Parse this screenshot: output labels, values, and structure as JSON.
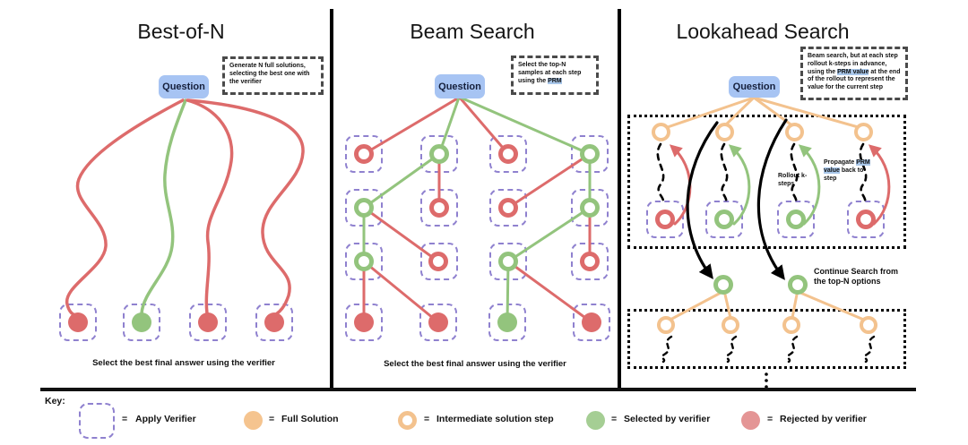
{
  "panels": [
    {
      "title": "Best-of-N",
      "question_label": "Question",
      "note": {
        "pre": "Generate N full solutions, selecting the best one with the verifier",
        "highlight": "",
        "post": ""
      },
      "caption": "Select the best final answer using the verifier",
      "final_nodes": [
        "rejected",
        "selected",
        "rejected",
        "rejected"
      ]
    },
    {
      "title": "Beam Search",
      "question_label": "Question",
      "note": {
        "pre": "Select the top-N samples at each step using the ",
        "highlight": "PRM",
        "post": ""
      },
      "caption": "Select the best final answer using the verifier",
      "rows": [
        [
          "rejected",
          "selected",
          "rejected",
          "selected"
        ],
        [
          "selected",
          "rejected",
          "rejected",
          "selected"
        ],
        [
          "selected",
          "rejected",
          "selected",
          "rejected"
        ]
      ],
      "final_row": [
        "rejected",
        "rejected",
        "selected",
        "rejected"
      ]
    },
    {
      "title": "Lookahead Search",
      "question_label": "Question",
      "note": {
        "pre": "Beam search, but at each step rollout k-steps in advance, using the ",
        "highlight": "PRM value",
        "post": " at the end of the rollout to represent the value for the current step"
      },
      "labels": {
        "rollout": "Rollout k-steps",
        "propagate_pre": "Propagate ",
        "propagate_highlight": "PRM value",
        "propagate_post": " back to step",
        "continue_text": "Continue Search from the top-N options"
      },
      "rollout_columns": {
        "top": [
          "intermediate",
          "intermediate",
          "intermediate",
          "intermediate"
        ],
        "bottom": [
          "rejected",
          "selected",
          "selected",
          "rejected"
        ]
      },
      "continue_nodes": [
        "selected",
        "selected"
      ],
      "next_step_nodes": [
        "intermediate",
        "intermediate",
        "intermediate",
        "intermediate"
      ]
    }
  ],
  "key": {
    "title": "Key:",
    "equals": "=",
    "items": [
      {
        "symbol": "apply-verifier-box",
        "label": "Apply Verifier"
      },
      {
        "symbol": "full-solution-circle",
        "label": "Full Solution"
      },
      {
        "symbol": "intermediate-ring",
        "label": "Intermediate solution step"
      },
      {
        "symbol": "selected-circle",
        "label": "Selected by verifier"
      },
      {
        "symbol": "rejected-circle",
        "label": "Rejected by verifier"
      }
    ]
  },
  "colors": {
    "question_fill": "#a7c4f3",
    "rejected": "#dd6b6b",
    "selected": "#93c47d",
    "full_solution": "#f5c48f",
    "intermediate": "#f3c28e",
    "verifier_box_purple": "#8f81cf",
    "prm_highlight": "#a9c7ea",
    "legend_selected": "#a5ce94",
    "legend_rejected": "#e49595",
    "note_border": "#4a4a4a"
  }
}
